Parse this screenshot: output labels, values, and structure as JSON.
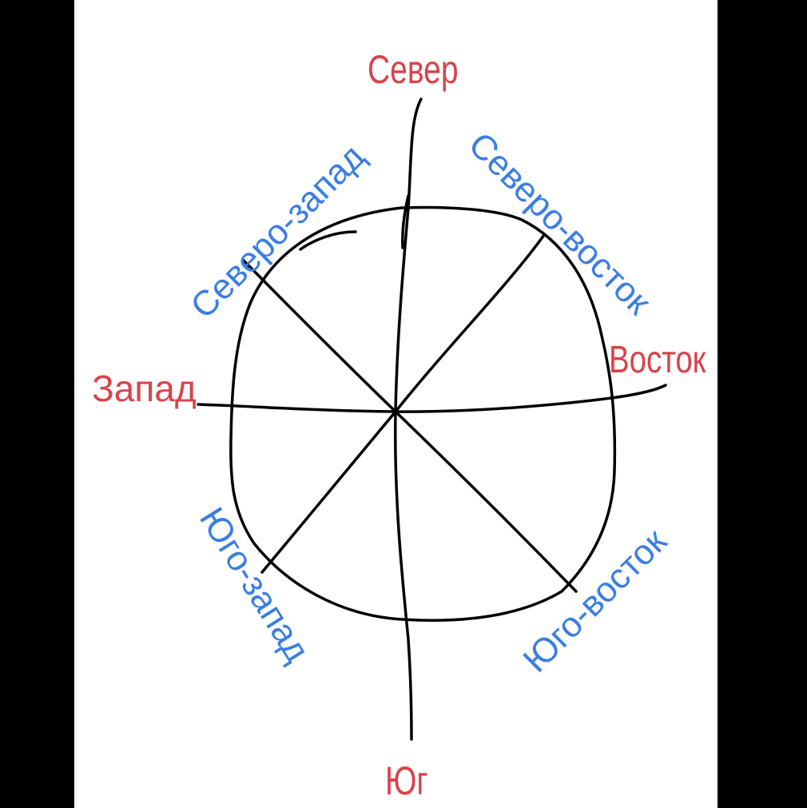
{
  "directions": {
    "north": "Север",
    "south": "Юг",
    "west": "Запад",
    "east": "Восток",
    "northwest": "Северо-запад",
    "northeast": "Северо-восток",
    "southwest": "Юго-запад",
    "southeast": "Юго-восток"
  },
  "colors": {
    "cardinal": "#d9434b",
    "intercardinal": "#3a7ee3",
    "lines": "#000000",
    "background": "#ffffff",
    "frame": "#000000"
  }
}
